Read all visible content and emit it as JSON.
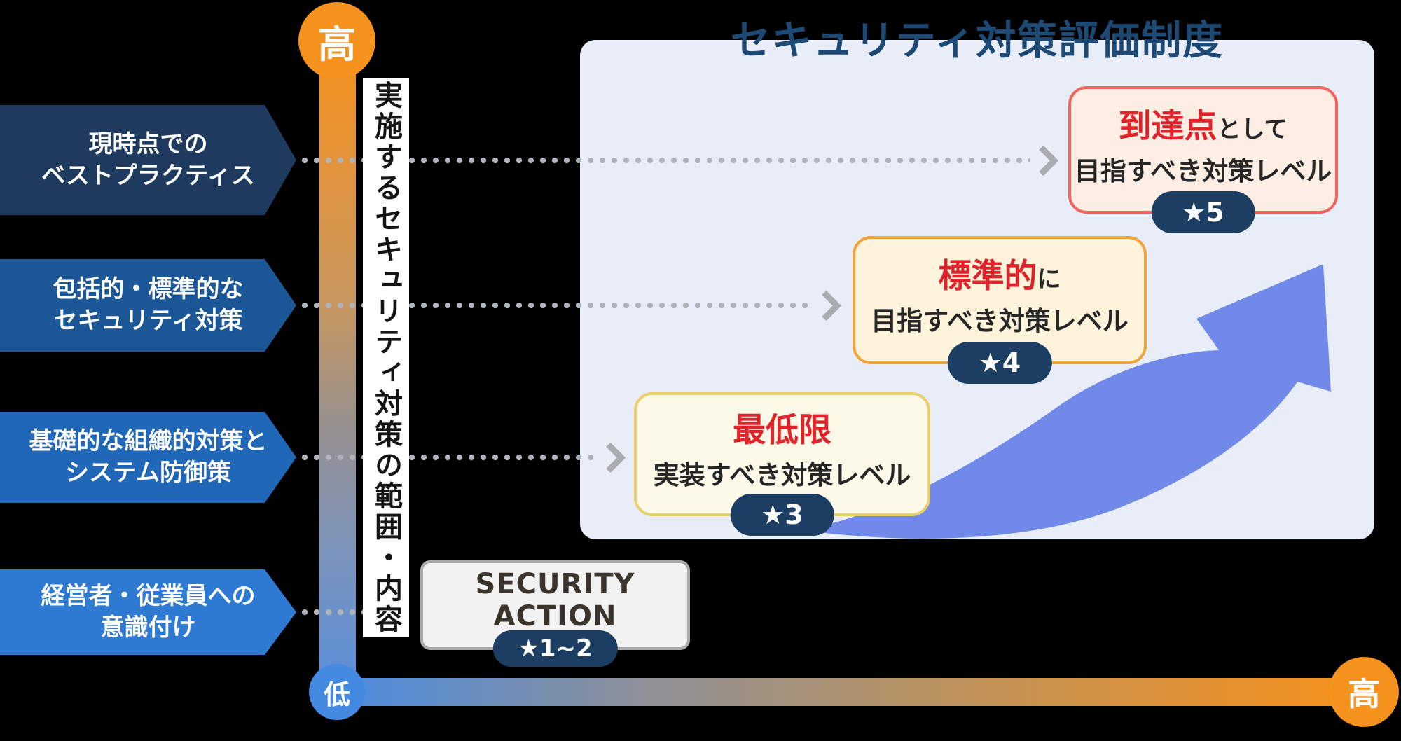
{
  "diagram_title": "セキュリティ対策評価制度",
  "y_axis": {
    "high": "高",
    "low": "低",
    "label": "実施するセキュリティ対策の範囲・内容"
  },
  "x_axis": {
    "high": "高"
  },
  "left_labels": [
    {
      "line1": "現時点での",
      "line2": "ベストプラクティス"
    },
    {
      "line1": "包括的・標準的な",
      "line2": "セキュリティ対策"
    },
    {
      "line1": "基礎的な組織的対策と",
      "line2": "システム防御策"
    },
    {
      "line1": "経営者・従業員への",
      "line2": "意識付け"
    }
  ],
  "level_boxes": [
    {
      "highlight": "到達点",
      "suffix": "として",
      "line2": "目指すべき対策レベル",
      "badge": "★5"
    },
    {
      "highlight": "標準的",
      "suffix": "に",
      "line2": "目指すべき対策レベル",
      "badge": "★4"
    },
    {
      "highlight": "最低限",
      "suffix": "",
      "line2": "実装すべき対策レベル",
      "badge": "★3"
    }
  ],
  "security_action": {
    "label": "SECURITY ACTION",
    "badge": "★1~2"
  },
  "colors": {
    "background": "#000000",
    "panel": "#e9edf8",
    "title_navy": "#1d4a74",
    "label_blues": [
      "#1e3a5f",
      "#1b5796",
      "#2167b8",
      "#2e7ad3"
    ],
    "axis_orange": "#f6921e",
    "axis_blue": "#448ae2",
    "badge_navy": "#1c3e63",
    "highlight_red": "#e0232b",
    "box5_border": "#f2635b",
    "box5_bg": "#fdeee3",
    "box4_border": "#f0a43c",
    "box4_bg": "#fdf3da",
    "box3_border": "#e9d06a",
    "box3_bg": "#fcf9e9",
    "sa_border": "#a9a9a9",
    "sa_bg": "#f2f2f2",
    "swoosh_blue": "#7189e8",
    "dot_gray": "#b0b3ba"
  }
}
